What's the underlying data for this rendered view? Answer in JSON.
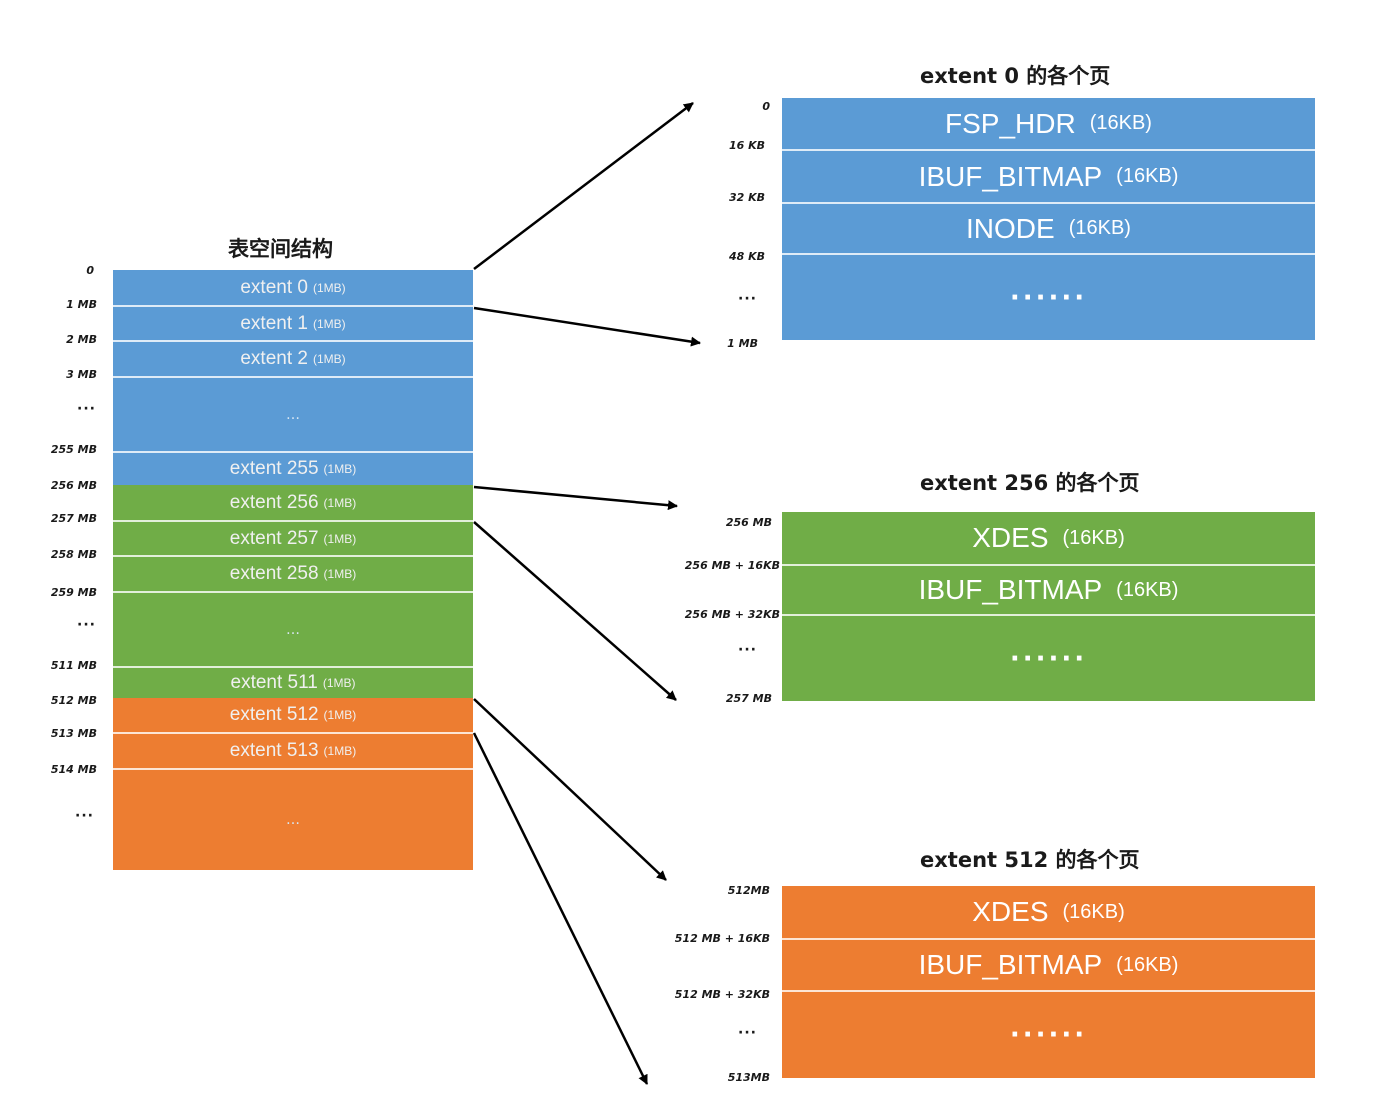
{
  "left": {
    "title": "表空间结构",
    "axis": [
      "0",
      "1 MB",
      "2 MB",
      "3 MB",
      "···",
      "255 MB",
      "256 MB",
      "257 MB",
      "258 MB",
      "259 MB",
      "···",
      "511 MB",
      "512 MB",
      "513 MB",
      "514 MB",
      "···"
    ],
    "extents": [
      {
        "label": "extent 0",
        "size": "(1MB)"
      },
      {
        "label": "extent 1",
        "size": "(1MB)"
      },
      {
        "label": "extent 2",
        "size": "(1MB)"
      },
      {
        "label": "…",
        "size": ""
      },
      {
        "label": "extent 255",
        "size": "(1MB)"
      },
      {
        "label": "extent 256",
        "size": "(1MB)"
      },
      {
        "label": "extent 257",
        "size": "(1MB)"
      },
      {
        "label": "extent 258",
        "size": "(1MB)"
      },
      {
        "label": "…",
        "size": ""
      },
      {
        "label": "extent 511",
        "size": "(1MB)"
      },
      {
        "label": "extent 512",
        "size": "(1MB)"
      },
      {
        "label": "extent 513",
        "size": "(1MB)"
      },
      {
        "label": "…",
        "size": ""
      }
    ]
  },
  "groups": [
    {
      "title": "extent 0 的各个页",
      "axis": [
        "0",
        "16 KB",
        "32 KB",
        "48 KB",
        "···",
        "1 MB"
      ],
      "pages": [
        {
          "label": "FSP_HDR",
          "size": "(16KB)"
        },
        {
          "label": "IBUF_BITMAP",
          "size": "(16KB)"
        },
        {
          "label": "INODE",
          "size": "(16KB)"
        },
        {
          "label": "······",
          "size": ""
        }
      ]
    },
    {
      "title": "extent 256 的各个页",
      "axis": [
        "256 MB",
        "256 MB + 16KB",
        "256 MB + 32KB",
        "···",
        "257 MB"
      ],
      "pages": [
        {
          "label": "XDES",
          "size": "(16KB)"
        },
        {
          "label": "IBUF_BITMAP",
          "size": "(16KB)"
        },
        {
          "label": "······",
          "size": ""
        }
      ]
    },
    {
      "title": "extent 512 的各个页",
      "axis": [
        "512MB",
        "512 MB + 16KB",
        "512 MB + 32KB",
        "···",
        "513MB"
      ],
      "pages": [
        {
          "label": "XDES",
          "size": "(16KB)"
        },
        {
          "label": "IBUF_BITMAP",
          "size": "(16KB)"
        },
        {
          "label": "······",
          "size": ""
        }
      ]
    }
  ],
  "colors": {
    "blue": "#5b9bd5",
    "green": "#70ad47",
    "orange": "#ed7d31"
  }
}
